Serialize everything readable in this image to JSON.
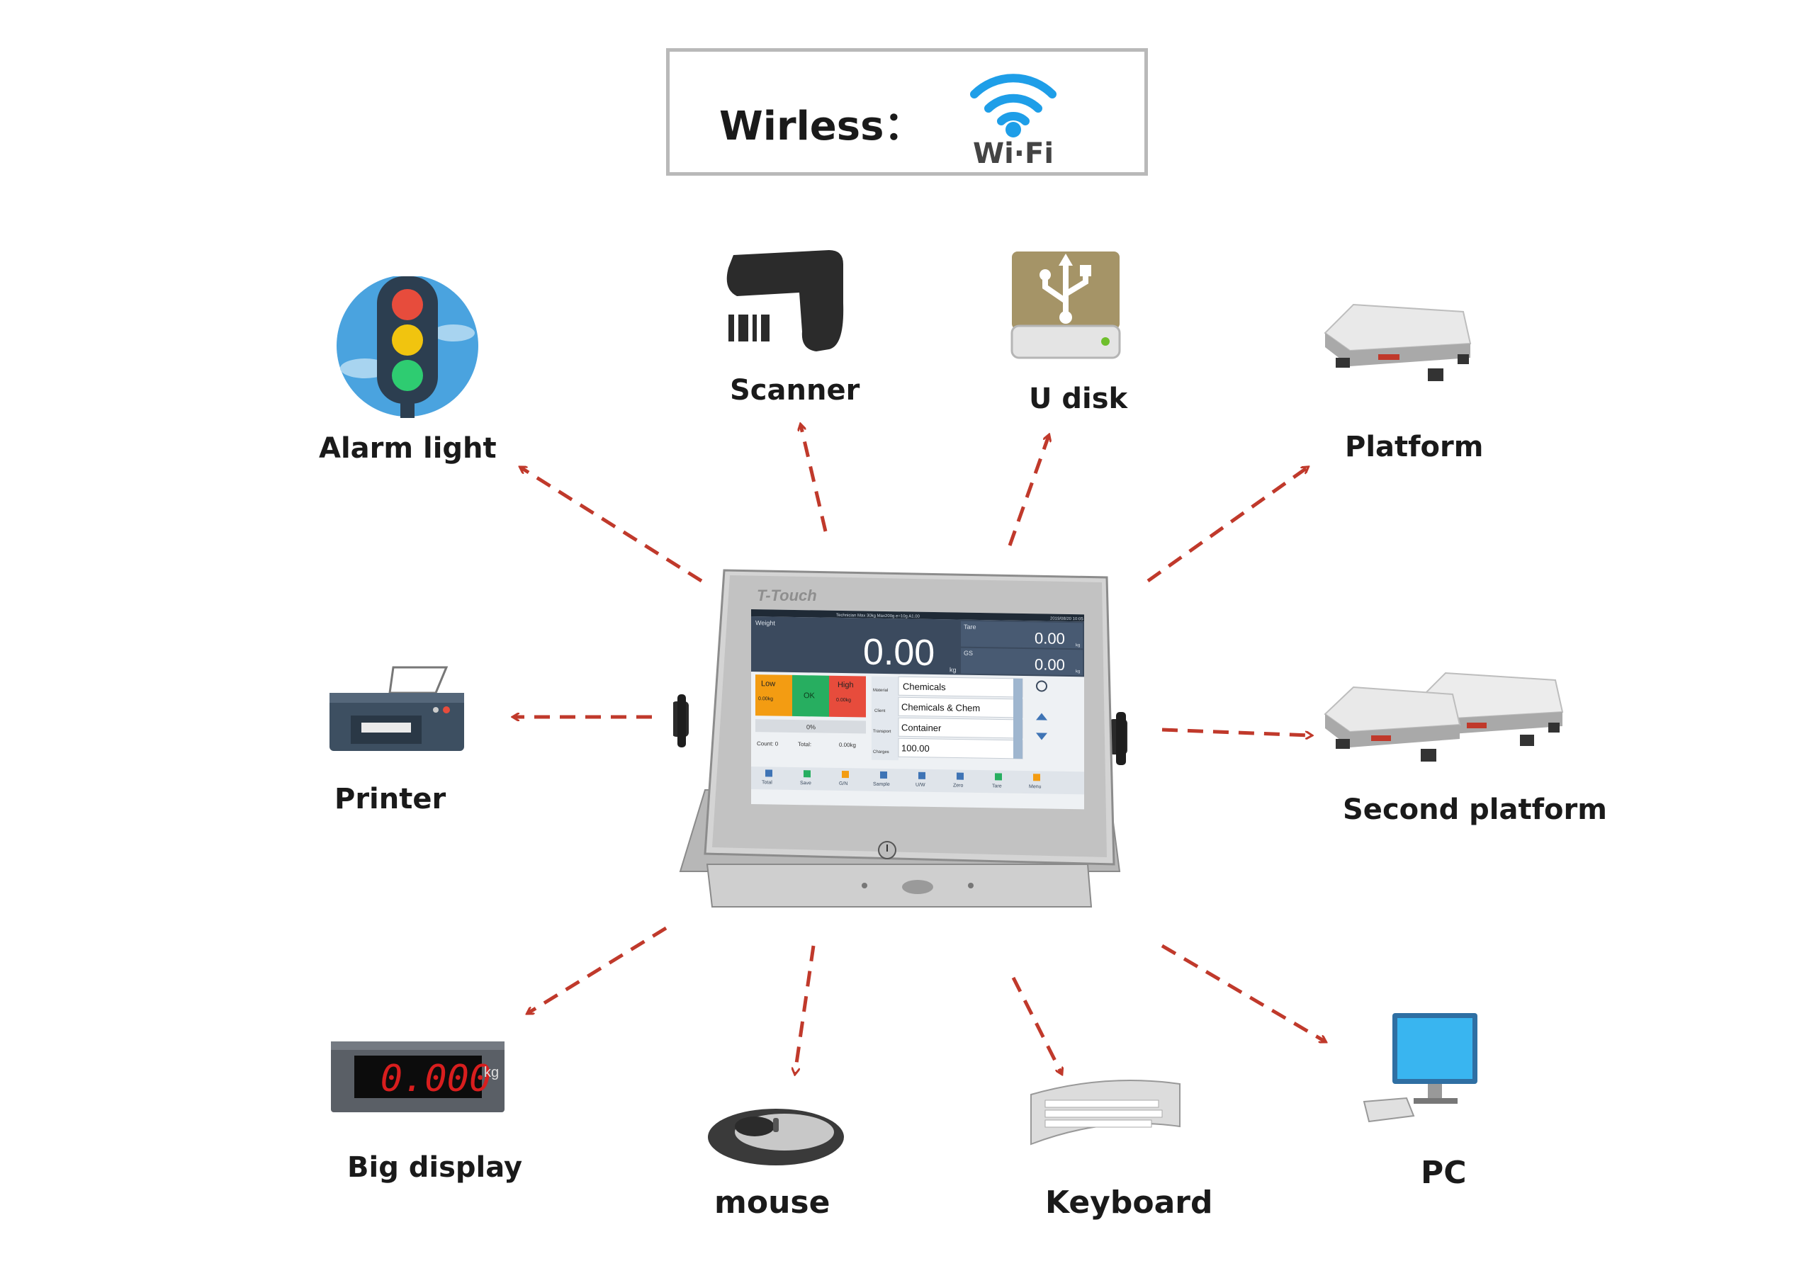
{
  "wireless": {
    "label": "Wirless：",
    "wifi_text": "Wi·Fi"
  },
  "peripherals": {
    "alarm_light": "Alarm light",
    "scanner": "Scanner",
    "u_disk": "U disk",
    "platform": "Platform",
    "printer": "Printer",
    "second_platform": "Second platform",
    "big_display": "Big display",
    "mouse": "mouse",
    "keyboard": "Keyboard",
    "pc": "PC"
  },
  "big_display_reading": {
    "value": "0.000",
    "unit": "kg"
  },
  "terminal": {
    "brand": "T-Touch",
    "status_bar": "Technician  Max 30kg  Max200g  e=10g  A1.00",
    "datetime": "2019/08/20  10:05",
    "weight_label": "Weight",
    "weight_value": "0.00",
    "weight_unit": "kg",
    "tare_label": "Tare",
    "tare_value": "0.00",
    "gs_label": "GS",
    "gs_value": "0.00",
    "unit_small": "kg",
    "low": "Low",
    "ok": "OK",
    "high": "High",
    "low_val": "0.00kg",
    "high_val": "0.00kg",
    "progress": "0%",
    "count": "Count: 0",
    "total": "Total:",
    "total_val": "0.00kg",
    "fields": [
      {
        "tag": "Material",
        "value": "Chemicals"
      },
      {
        "tag": "Client",
        "value": "Chemicals & Chem"
      },
      {
        "tag": "Transport",
        "value": "Container"
      },
      {
        "tag": "Charges",
        "value": "100.00"
      }
    ],
    "toolbar": [
      "Total",
      "Save",
      "G/N",
      "Sample",
      "U/W",
      "Zero",
      "Tare",
      "Menu"
    ]
  },
  "colors": {
    "arrow": "#c0392b",
    "low": "#f39c12",
    "ok": "#27ae60",
    "high": "#e74c3c",
    "screen_header": "#3b4a5e",
    "wifi": "#1e9ee8"
  }
}
